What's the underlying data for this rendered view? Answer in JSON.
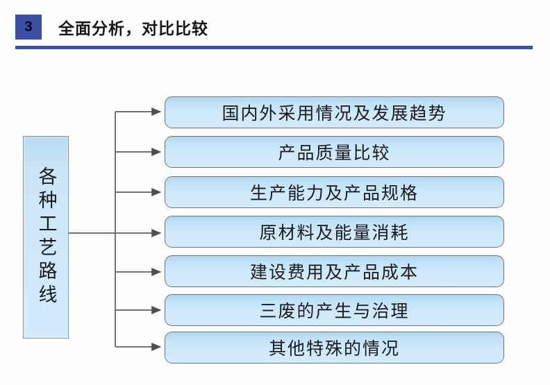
{
  "slide": {
    "background_color": "#fefefe",
    "accent_color": "#3a4fa5",
    "node_fill_color": "#cfe9fb",
    "node_border_color": "#6e747c"
  },
  "header": {
    "badge_number": "3",
    "title": "全面分析，对比比较"
  },
  "diagram": {
    "type": "tree",
    "root": {
      "label": "各种工艺路线",
      "orientation": "vertical"
    },
    "branches": [
      {
        "label": "国内外采用情况及发展趋势"
      },
      {
        "label": "产品质量比较"
      },
      {
        "label": "生产能力及产品规格"
      },
      {
        "label": "原材料及能量消耗"
      },
      {
        "label": "建设费用及产品成本"
      },
      {
        "label": "三废的产生与治理"
      },
      {
        "label": "其他特殊的情况"
      }
    ]
  }
}
